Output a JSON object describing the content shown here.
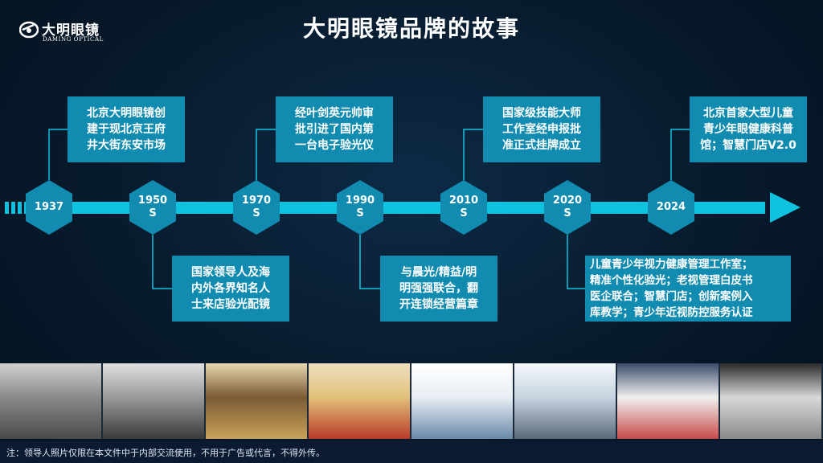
{
  "logo": {
    "cn": "大明眼镜",
    "en": "DAMING OPTICAL"
  },
  "title": "大明眼镜品牌的故事",
  "colors": {
    "accent": "#0fc3e0",
    "hex": "#118bb0",
    "box": "#118bb0"
  },
  "timeline": [
    {
      "year": "1937",
      "event": "北京大明眼镜创\n建于现北京王府\n井大街东安市场"
    },
    {
      "year": "1950\nS",
      "event": "国家领导人及海\n内外各界知名人\n士来店验光配镜"
    },
    {
      "year": "1970\nS",
      "event": "经叶剑英元帅审\n批引进了国内第\n一台电子验光仪"
    },
    {
      "year": "1990\nS",
      "event": "与晨光/精益/明\n明强强联合，翻\n开连锁经营篇章"
    },
    {
      "year": "2010\nS",
      "event": "国家级技能大师\n工作室经申报批\n准正式挂牌成立"
    },
    {
      "year": "2020\nS",
      "event": "儿童青少年视力健康管理工作室；\n精准个性化验光；老视管理白皮书\n医企联合；智慧门店；创新案例入\n库教学；青少年近视防控服务认证"
    },
    {
      "year": "2024",
      "event": "北京首家大型儿童\n青少年眼健康科普\n馆；智慧门店V2.0"
    }
  ],
  "photos": [
    "photo-1",
    "photo-2",
    "photo-3",
    "photo-4",
    "photo-5",
    "photo-6",
    "photo-7",
    "photo-8"
  ],
  "footer": "注：领导人照片仅限在本文件中于内部交流使用，不用于广告或代言，不得外传。"
}
